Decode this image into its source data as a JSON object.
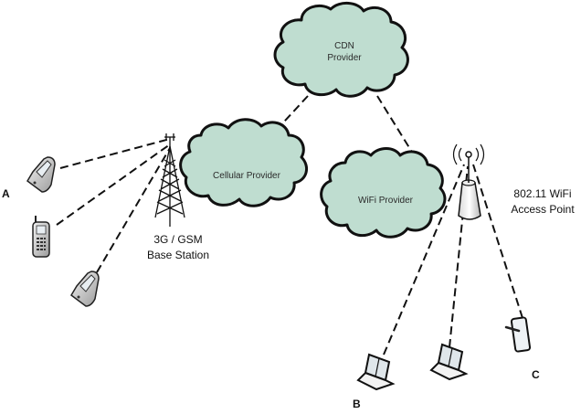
{
  "diagram": {
    "type": "network-topology",
    "clouds": [
      {
        "id": "cdn",
        "label_lines": [
          "CDN",
          "Provider"
        ]
      },
      {
        "id": "cellular",
        "label_lines": [
          "Cellular Provider"
        ]
      },
      {
        "id": "wifi",
        "label_lines": [
          "WiFi Provider"
        ]
      }
    ],
    "base_station": {
      "label_lines": [
        "3G / GSM",
        "Base Station"
      ],
      "icon": "cell-tower-icon"
    },
    "access_point": {
      "label_lines": [
        "802.11 WiFi",
        "Access Point"
      ],
      "icon": "wifi-access-point-icon"
    },
    "client_groups": [
      {
        "letter": "A",
        "devices": [
          "flip-phone-icon",
          "candybar-phone-icon",
          "flip-phone-icon"
        ],
        "connected_to": "base_station"
      },
      {
        "letter": "B",
        "devices": [
          "laptop-icon",
          "laptop-icon"
        ],
        "connected_to": "access_point"
      },
      {
        "letter": "C",
        "devices": [
          "pda-icon"
        ],
        "connected_to": "access_point"
      }
    ],
    "links": [
      {
        "from": "cdn",
        "to": "cellular",
        "style": "dashed"
      },
      {
        "from": "cdn",
        "to": "wifi",
        "style": "dashed"
      }
    ],
    "colors": {
      "cloud_fill": "#bfddd0",
      "stroke": "#111111"
    }
  }
}
